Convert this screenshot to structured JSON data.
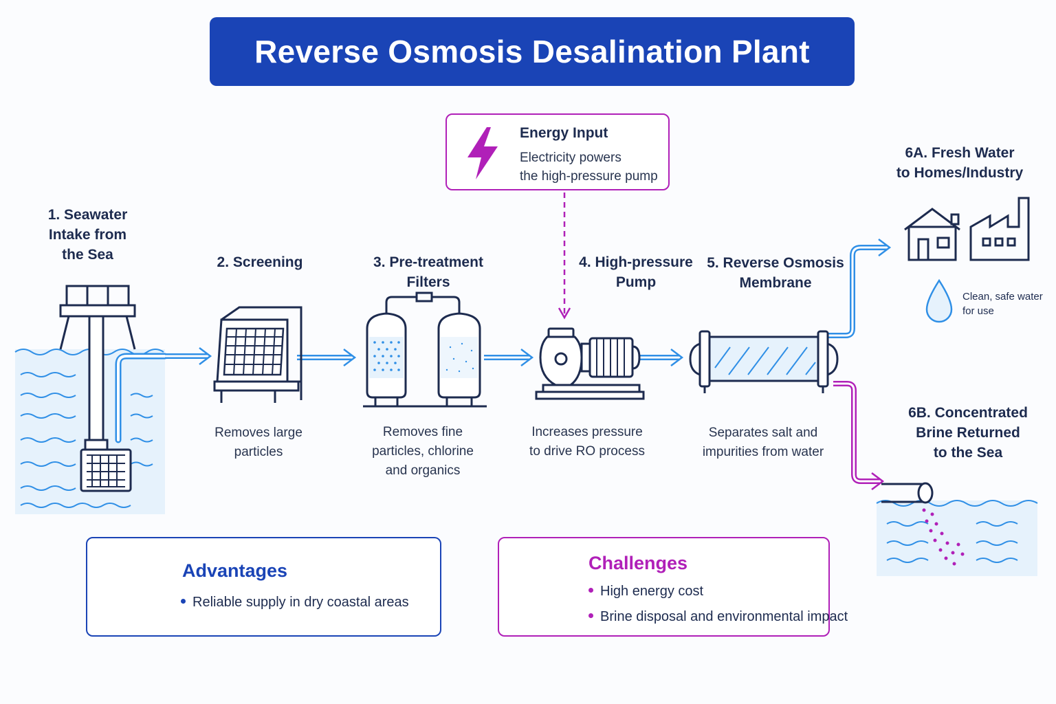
{
  "title": "Reverse Osmosis Desalination Plant",
  "steps": {
    "intake": {
      "label": "1. Seawater\nIntake from\nthe Sea"
    },
    "screening": {
      "label": "2. Screening",
      "desc": "Removes large\nparticles"
    },
    "pretreatment": {
      "label": "3. Pre-treatment\nFilters",
      "desc": "Removes fine\nparticles, chlorine\nand organics"
    },
    "pump": {
      "label": "4. High-pressure\nPump",
      "desc": "Increases pressure\nto drive RO process"
    },
    "membrane": {
      "label": "5. Reverse Osmosis\nMembrane",
      "desc": "Separates salt and\nimpurities from water"
    },
    "fresh": {
      "label": "6A. Fresh Water\nto Homes/Industry",
      "note": "Clean, safe water\nfor use"
    },
    "brine": {
      "label": "6B. Concentrated\nBrine Returned\nto the Sea"
    }
  },
  "energy": {
    "title": "Energy Input",
    "text": "Electricity powers\nthe high-pressure pump"
  },
  "advantages": {
    "title": "Advantages",
    "items": [
      "Reliable supply in dry coastal areas"
    ]
  },
  "challenges": {
    "title": "Challenges",
    "items": [
      "High energy cost",
      "Brine disposal and environmental impact"
    ]
  },
  "colors": {
    "navy": "#1d2b4f",
    "blue": "#1a44b6",
    "water": "#2f8fe6",
    "waterFill": "#e6f2fc",
    "purple": "#b020b8"
  },
  "icons": [
    "lightning-icon",
    "thumbs-up-icon",
    "warning-icon",
    "water-drop-icon",
    "house-icon",
    "factory-icon"
  ]
}
